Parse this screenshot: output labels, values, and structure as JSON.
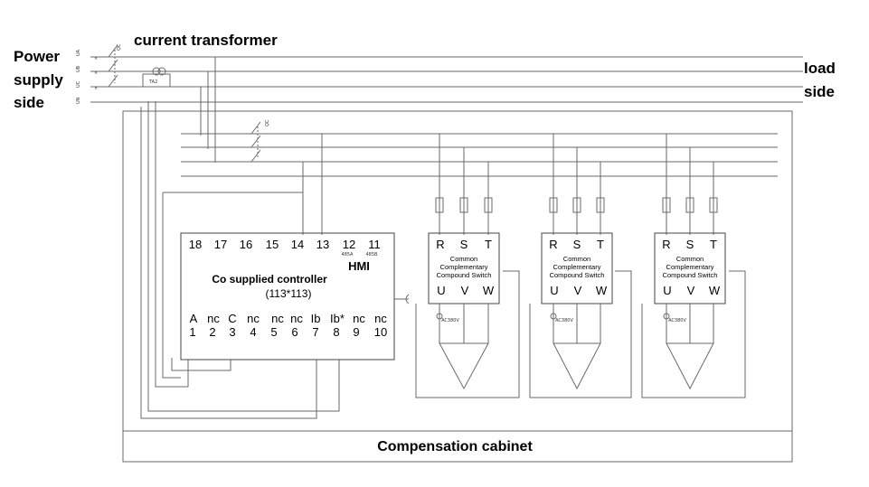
{
  "labels": {
    "power_supply": [
      "Power",
      "supply",
      "side"
    ],
    "current_transformer": "current transformer",
    "load_side": [
      "load",
      "side"
    ],
    "compensation_cabinet": "Compensation cabinet",
    "ta2": "TA2",
    "qc": "QC",
    "phase_tags": [
      "UA",
      "UB",
      "UC",
      "UN"
    ]
  },
  "controller": {
    "top_terminals": [
      "18",
      "17",
      "16",
      "15",
      "14",
      "13",
      "12",
      "11"
    ],
    "t12_sub": "485A",
    "t11_sub": "485B",
    "hmi": "HMI",
    "title": "Co supplied controller",
    "size": "(113*113)",
    "bottom_labels": [
      "A",
      "nc",
      "C",
      "nc",
      "nc",
      "nc",
      "Ib",
      "Ib*",
      "nc",
      "nc"
    ],
    "bottom_numbers": [
      "1",
      "2",
      "3",
      "4",
      "5",
      "6",
      "7",
      "8",
      "9",
      "10"
    ]
  },
  "switch": {
    "inputs": [
      "R",
      "S",
      "T"
    ],
    "outputs": [
      "U",
      "V",
      "W"
    ],
    "name_lines": [
      "Common",
      "Complementary",
      "Compound Switch"
    ],
    "lamp": "AC380V"
  }
}
